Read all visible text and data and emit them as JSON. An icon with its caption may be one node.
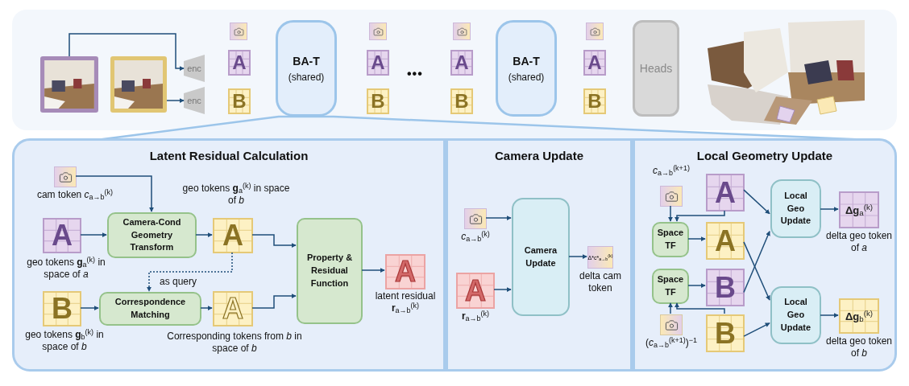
{
  "diagram": {
    "nodes": [
      {
        "text": [],
        "shape": "picture"
      },
      {
        "text": [],
        "shape": "picture"
      },
      {
        "text": [
          "enc"
        ]
      },
      {
        "text": [
          "enc"
        ]
      },
      {
        "text": [],
        "shape": "box"
      },
      {
        "text": [
          "A"
        ]
      },
      {
        "text": [
          "B"
        ]
      },
      {
        "text": [
          "BA-T",
          "(shared)"
        ]
      },
      {
        "text": [],
        "shape": "box"
      },
      {
        "text": [
          "A"
        ]
      },
      {
        "text": [
          "B"
        ]
      },
      {
        "text": [],
        "shape": "box"
      },
      {
        "text": [
          "A"
        ]
      },
      {
        "text": [
          "B"
        ]
      },
      {
        "text": [
          "BA-T",
          "(shared)"
        ]
      },
      {
        "text": [],
        "shape": "box"
      },
      {
        "text": [
          "A"
        ]
      },
      {
        "text": [
          "B"
        ]
      },
      {
        "text": [
          "Heads"
        ]
      },
      {
        "text": [],
        "shape": "picture"
      },
      {
        "text": [
          "Latent Residual Calculation"
        ]
      },
      {
        "text": [
          "Camera Update"
        ]
      },
      {
        "text": [
          "Local Geometry Update"
        ]
      },
      {
        "text": [],
        "shape": "box",
        "in": 20,
        "beside": [
          "cam token *c*$_{a→b}$$^{(k)}$"
        ]
      },
      {
        "text": [
          "A"
        ],
        "in": 20,
        "beside": [
          "geo tokens **g**$_{a}$$^{(k)}$ in space of *a*"
        ]
      },
      {
        "text": [
          "Camera-Cond Geometry Transform"
        ],
        "in": 20
      },
      {
        "text": [
          "A"
        ],
        "in": 20,
        "beside": [
          "geo tokens **g**$_{a}$$^{(k)}$ in space of *b*"
        ]
      },
      {
        "text": [
          "Property & Residual Function"
        ],
        "in": 20
      },
      {
        "text": [
          "B"
        ],
        "in": 20,
        "beside": [
          "geo tokens **g**$_{b}$$^{(k)}$ in space of *b*"
        ]
      },
      {
        "text": [
          "Correspondence Matching"
        ],
        "in": 20
      },
      {
        "text": [
          "A"
        ],
        "in": 20,
        "beside": [
          "Corresponding tokens from *b* in space of *b*"
        ]
      },
      {
        "text": [
          "A"
        ],
        "in": 20,
        "beside": [
          "latent residual **r**$_{a→b}$$^{(k)}$"
        ]
      },
      {
        "text": [],
        "shape": "box",
        "in": 21,
        "beside": [
          "*c*$_{a→b}$$^{(k)}$"
        ]
      },
      {
        "text": [
          "A"
        ],
        "in": 21,
        "beside": [
          "**r**$_{a→b}$$^{(k)}$"
        ]
      },
      {
        "text": [
          "Camera Update"
        ],
        "in": 21
      },
      {
        "text": [
          "Δ*c*$_{a→b}$$^{(k)}$"
        ],
        "in": 21,
        "beside": [
          "delta cam token"
        ]
      },
      {
        "text": [],
        "shape": "box",
        "in": 22,
        "beside": [
          "*c*$_{a→b}$$^{(k+1)}$"
        ]
      },
      {
        "text": [
          "A"
        ],
        "in": 22
      },
      {
        "text": [
          "Space TF"
        ],
        "in": 22
      },
      {
        "text": [
          "A"
        ],
        "in": 22
      },
      {
        "text": [
          "Local Geo Update"
        ],
        "in": 22
      },
      {
        "text": [
          "**Δg**$_{a}$$^{(k)}$"
        ],
        "in": 22,
        "beside": [
          "delta geo token of *a*"
        ]
      },
      {
        "text": [
          "Space TF"
        ],
        "in": 22
      },
      {
        "text": [
          "B"
        ],
        "in": 22
      },
      {
        "text": [],
        "shape": "box",
        "in": 22,
        "beside": [
          "(*c*$_{a→b}$$^{(k+1)}$)$^{−1}$"
        ]
      },
      {
        "text": [
          "B"
        ],
        "in": 22
      },
      {
        "text": [
          "Local Geo Update"
        ],
        "in": 22
      },
      {
        "text": [
          "**Δg**$_{b}$$^{(k)}$"
        ],
        "in": 22,
        "beside": [
          "delta geo token of *b*"
        ]
      }
    ],
    "edges": [
      {
        "from": 0,
        "to": 2,
        "arrow": "to"
      },
      {
        "from": 1,
        "to": 3,
        "arrow": "to"
      },
      {
        "from": 23,
        "to": 25,
        "arrow": "to"
      },
      {
        "from": 24,
        "to": 25,
        "arrow": "to"
      },
      {
        "from": 25,
        "to": 26,
        "arrow": "to"
      },
      {
        "from": 26,
        "to": 27,
        "arrow": "to"
      },
      {
        "from": 26,
        "to": 29,
        "arrow": "to",
        "label": "as query",
        "style": "dashed"
      },
      {
        "from": 28,
        "to": 29,
        "arrow": "to"
      },
      {
        "from": 29,
        "to": 30,
        "arrow": "to"
      },
      {
        "from": 30,
        "to": 27,
        "arrow": "to"
      },
      {
        "from": 27,
        "to": 31,
        "arrow": "to"
      },
      {
        "from": 32,
        "to": 34,
        "arrow": "to"
      },
      {
        "from": 33,
        "to": 34,
        "arrow": "to"
      },
      {
        "from": 34,
        "to": 35,
        "arrow": "to"
      },
      {
        "from": 36,
        "to": 38,
        "arrow": "to"
      },
      {
        "from": 37,
        "to": 38,
        "arrow": "to"
      },
      {
        "from": 38,
        "to": 39,
        "arrow": "to"
      },
      {
        "from": 37,
        "to": 40,
        "arrow": "to"
      },
      {
        "from": 43,
        "to": 40,
        "arrow": "to"
      },
      {
        "from": 39,
        "to": 46,
        "arrow": "to"
      },
      {
        "from": 45,
        "to": 46,
        "arrow": "to"
      },
      {
        "from": 40,
        "to": 41,
        "arrow": "to"
      },
      {
        "from": 46,
        "to": 47,
        "arrow": "to"
      },
      {
        "from": 42,
        "to": 43,
        "arrow": "to"
      },
      {
        "from": 44,
        "to": 42,
        "arrow": "to"
      },
      {
        "from": 45,
        "to": 42,
        "arrow": "to"
      }
    ],
    "labels": [
      "•••"
    ]
  }
}
